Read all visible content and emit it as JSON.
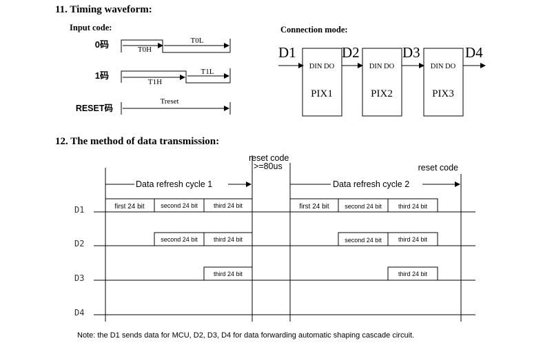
{
  "section11": {
    "title": "11. Timing waveform:",
    "input_code_label": "Input code:",
    "code0_label": "0码",
    "code1_label": "1码",
    "reset_label": "RESET码",
    "t0h": "T0H",
    "t0l": "T0L",
    "t1h": "T1H",
    "t1l": "T1L",
    "treset": "Treset"
  },
  "connection": {
    "label": "Connection mode:",
    "nodes": [
      "D1",
      "D2",
      "D3",
      "D4"
    ],
    "pin_text": "DIN  DO",
    "boxes": [
      "PIX1",
      "PIX2",
      "PIX3"
    ]
  },
  "section12": {
    "title": "12. The method of data transmission:",
    "reset_code_top": "reset code",
    "reset_code_cond": ">=80us",
    "reset_code_right": "reset code",
    "cycle1": "Data refresh cycle 1",
    "cycle2": "Data refresh cycle 2",
    "rows": [
      "D1",
      "D2",
      "D3",
      "D4"
    ],
    "seg_first": "first 24 bit",
    "seg_second": "second 24 bit",
    "seg_third": "third 24 bit",
    "note": "Note: the D1 sends data for MCU, D2, D3, D4 for data forwarding automatic shaping cascade circuit."
  }
}
